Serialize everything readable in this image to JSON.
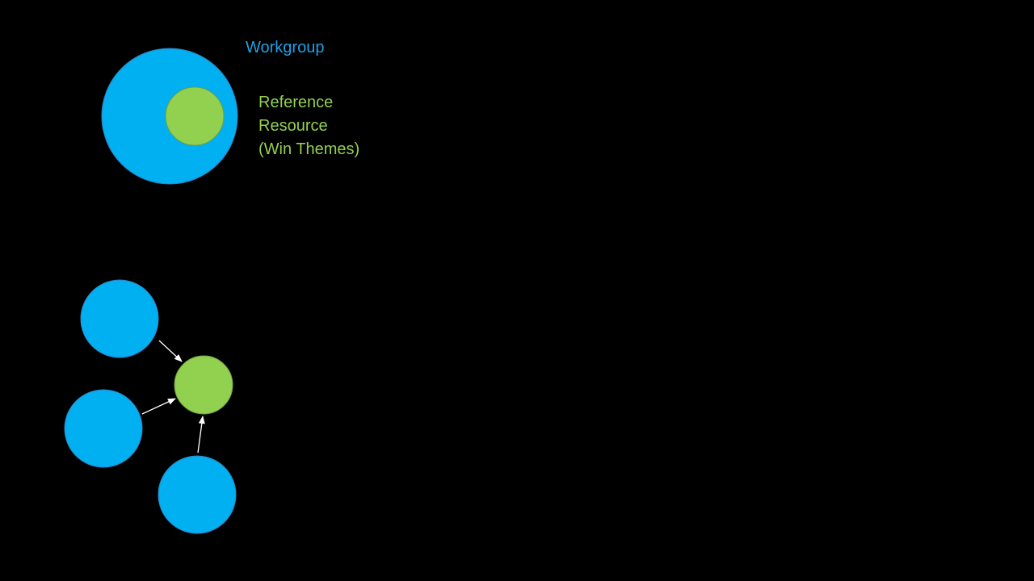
{
  "labels": {
    "workgroup": "Workgroup",
    "reference_lines": [
      "Reference",
      "Resource",
      "(Win Themes)"
    ]
  },
  "colors": {
    "background": "#000000",
    "workgroup_blue": "#00b0f0",
    "workgroup_text": "#1ea0e6",
    "resource_green": "#92d050",
    "arrow": "#ffffff"
  }
}
